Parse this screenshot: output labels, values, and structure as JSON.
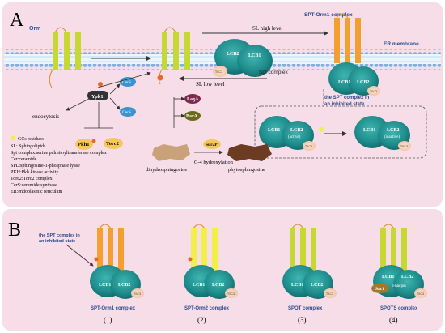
{
  "panel_a": {
    "letter": "A",
    "orm_label": "Orm",
    "spt_orm1_label": "SPT-Orm1 complex",
    "er_membrane_label": "ER membrane",
    "sl_high_label": "SL high level",
    "sl_low_label": "SL low level",
    "spt_complex_label": "Spt complex",
    "inhibited_caption_1": "the SPT complex in",
    "inhibited_caption_2": "an inhibited state",
    "ypk1_label": "Ypk1",
    "cers_label_1": "CerS",
    "cers_label_2": "CerS",
    "endocytosis_label": "endocytosis",
    "pkh_label": "Pkh1",
    "torc2_label": "Torc2",
    "laga_label": "LagA",
    "barA_label": "BarA",
    "sur2p_label": "Sur2P",
    "dihydro_label": "dihydrosphingosine",
    "c4_label": "C-4 hydroxylation",
    "phyto_label": "phytosphingosine",
    "lcb1_label": "LCB1",
    "lcb2_label": "LCB2",
    "tsc3_label": "TSC3",
    "active_label": "(active)",
    "inactive_label": "(inactive)",
    "p_label": "P",
    "legend": [
      "GCs residues",
      "SL:   Sphingolipids",
      "Spt complex:serine palmitoyltransferase complex",
      "Cer:ceramide",
      "SPL:sphingosine-1-phosphate lyase",
      "PKH:Pkh kinase activity",
      "Torc2:Torc2 complex",
      "CerS:ceramide synthase",
      "ER:endoplasmic reticulum"
    ]
  },
  "panel_b": {
    "letter": "B",
    "inhibited_caption_1": "the SPT complex in",
    "inhibited_caption_2": "an inhibited state",
    "complexes": [
      {
        "name": "SPT-Orm1 complex",
        "number": "(1)"
      },
      {
        "name": "SPT-Orm2 complex",
        "number": "(2)"
      },
      {
        "name": "SPOT complex",
        "number": "(3)"
      },
      {
        "name": "SPOTS complex",
        "number": "(4)"
      }
    ],
    "sac1_label": "Sac1",
    "bhairpin_label": "β-hairpin"
  },
  "colors": {
    "panel_bg": "#f6dde8",
    "orange_orm": "#f4a030",
    "yellow_orm": "#f2ee4a",
    "lime_orm": "#c8d832",
    "teal": "#1e8c8c",
    "membrane": "#6fb6e6"
  }
}
